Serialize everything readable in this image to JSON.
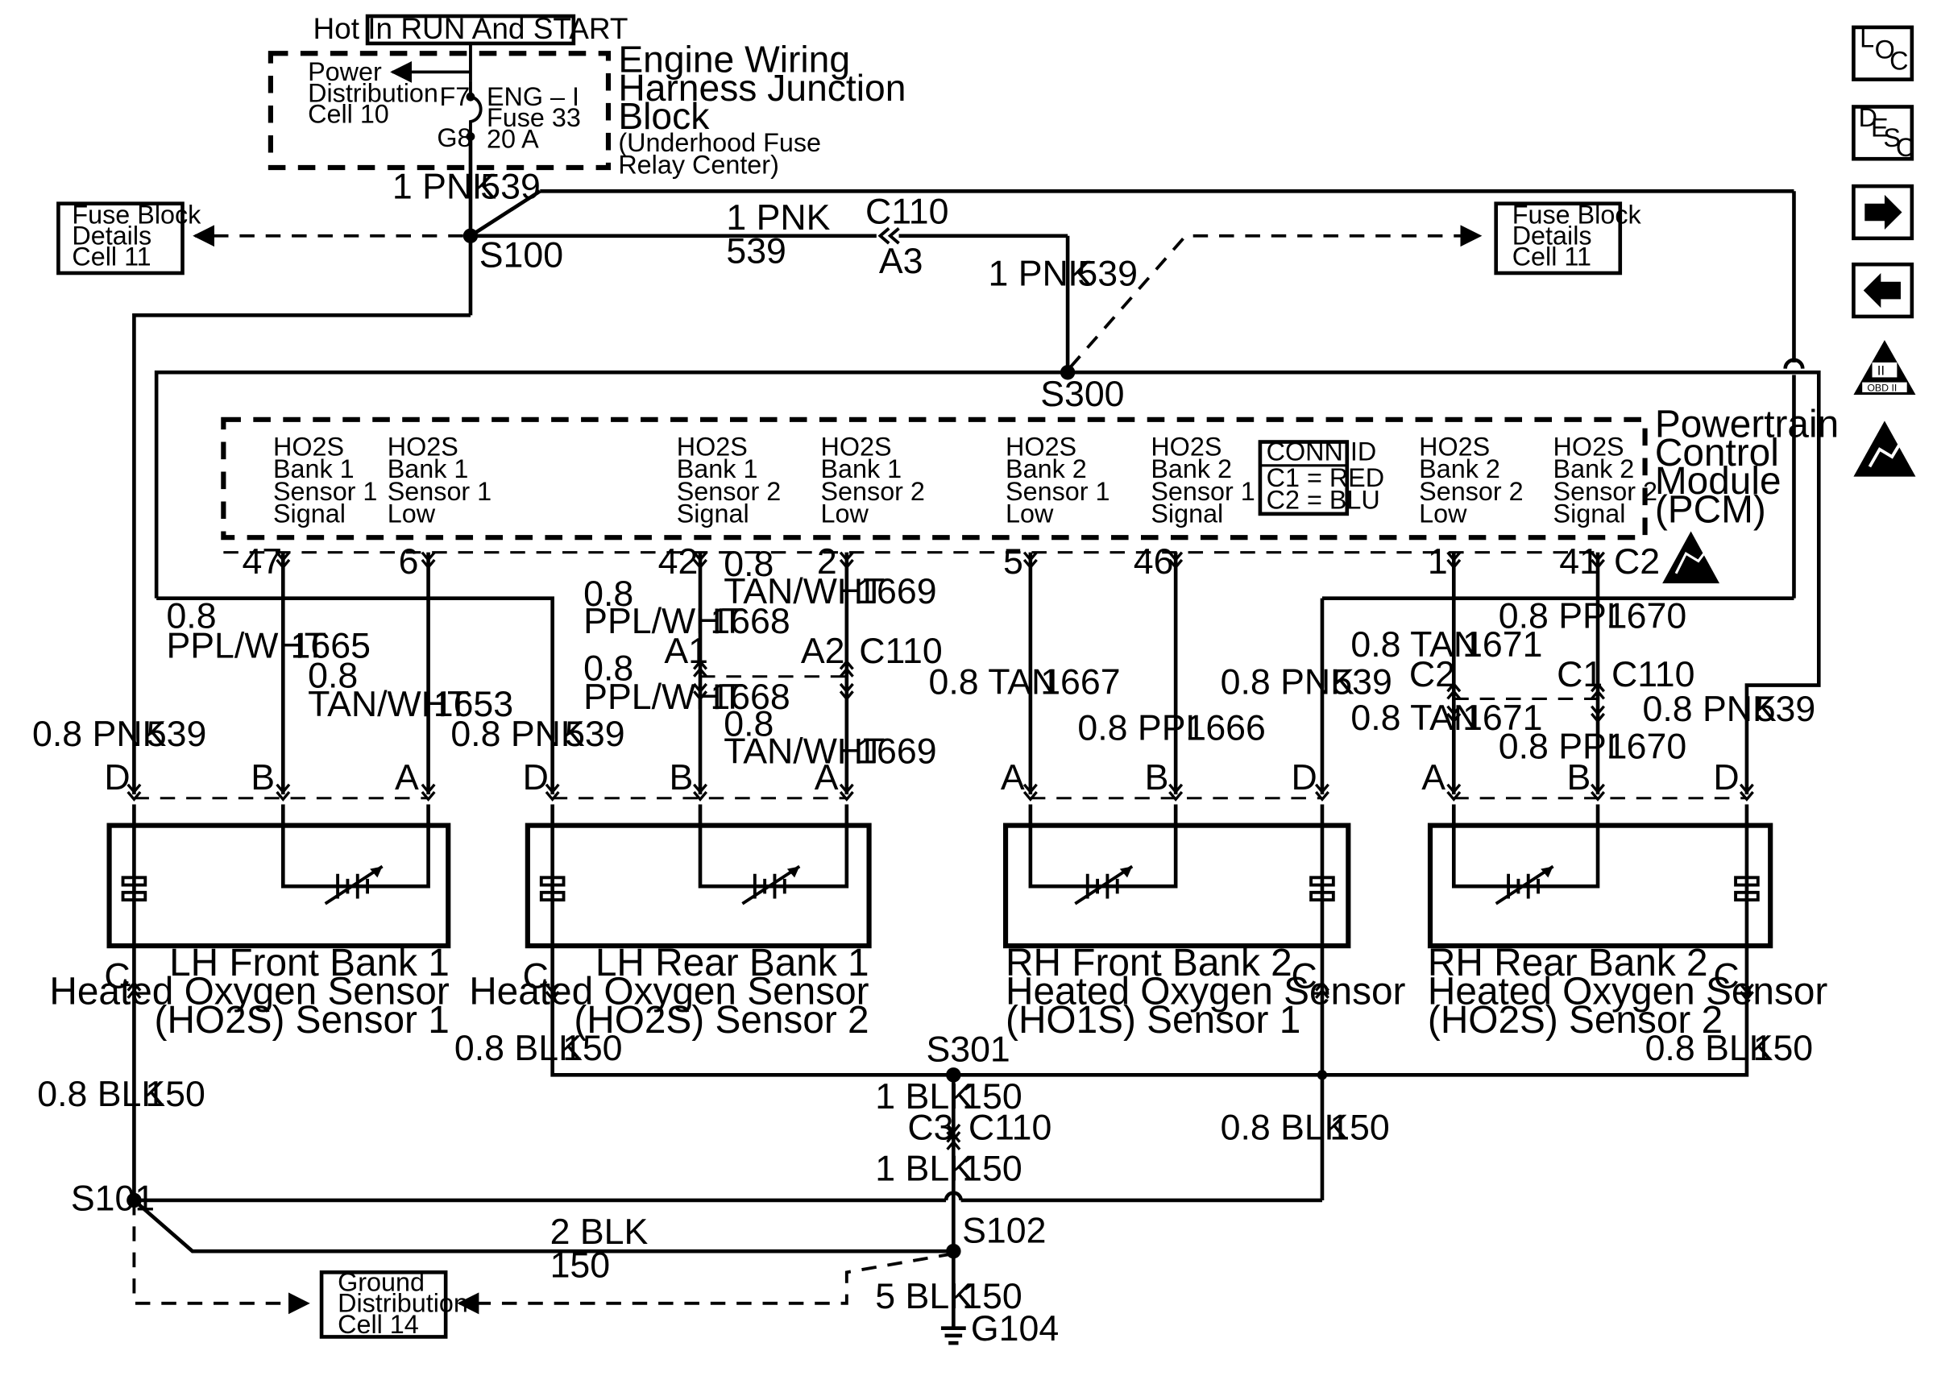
{
  "top": {
    "hot_label": "Hot In RUN And START",
    "power_dist": [
      "Power",
      "Distribution",
      "Cell 10"
    ],
    "f7": "F7",
    "g8": "G8",
    "fuse": [
      "ENG – I",
      "Fuse 33",
      "20 A"
    ],
    "junction_block": [
      "Engine Wiring",
      "Harness Junction",
      "Block"
    ],
    "junction_note": [
      "(Underhood Fuse",
      "Relay Center)"
    ]
  },
  "wires": {
    "pnk1": "1 PNK",
    "c539": "539",
    "s100": "S100",
    "c110": "C110",
    "a3": "A3",
    "s300": "S300",
    "pnk08": "0.8 PNK",
    "c0_8": "0.8",
    "ppl_wht": "PPL/WHT",
    "tan_wht": "TAN/WHT",
    "c1665": "1665",
    "c1653": "1653",
    "c1668": "1668",
    "c1669": "1669",
    "a1": "A1",
    "a2": "A2",
    "tan08": "0.8 TAN",
    "c1667": "1667",
    "ppl08": "0.8 PPL",
    "c1666": "1666",
    "c1671": "1671",
    "c1670": "1670",
    "c2": "C2",
    "c1": "C1",
    "blk08": "0.8 BLK",
    "c150": "150",
    "s301": "S301",
    "blk1": "1 BLK",
    "c3": "C3",
    "s101": "S101",
    "s102": "S102",
    "blk2": "2 BLK",
    "blk5": "5 BLK",
    "g104": "G104"
  },
  "fuse_block_left": [
    "Fuse Block",
    "Details",
    "Cell 11"
  ],
  "fuse_block_right": [
    "Fuse Block",
    "Details",
    "Cell 11"
  ],
  "ground_dist": [
    "Ground",
    "Distribution",
    "Cell 14"
  ],
  "pcm": {
    "title": [
      "Powertrain",
      "Control",
      "Module",
      "(PCM)"
    ],
    "conn_id": [
      "CONN ID",
      "C1 = RED",
      "C2 = BLU"
    ],
    "c2": "C2",
    "circuits": [
      {
        "lines": [
          "HO2S",
          "Bank 1",
          "Sensor 1",
          "Signal"
        ],
        "pin": "47"
      },
      {
        "lines": [
          "HO2S",
          "Bank 1",
          "Sensor 1",
          "Low"
        ],
        "pin": "6"
      },
      {
        "lines": [
          "HO2S",
          "Bank 1",
          "Sensor 2",
          "Signal"
        ],
        "pin": "42"
      },
      {
        "lines": [
          "HO2S",
          "Bank 1",
          "Sensor 2",
          "Low"
        ],
        "pin": "2"
      },
      {
        "lines": [
          "HO2S",
          "Bank 2",
          "Sensor 1",
          "Low"
        ],
        "pin": "5"
      },
      {
        "lines": [
          "HO2S",
          "Bank 2",
          "Sensor 1",
          "Signal"
        ],
        "pin": "46"
      },
      {
        "lines": [
          "HO2S",
          "Bank 2",
          "Sensor 2",
          "Low"
        ],
        "pin": "1"
      },
      {
        "lines": [
          "HO2S",
          "Bank 2",
          "Sensor 2",
          "Signal"
        ],
        "pin": "41"
      }
    ]
  },
  "sensors": [
    {
      "name": [
        "LH Front Bank 1",
        "Heated Oxygen Sensor",
        "(HO2S) Sensor 1"
      ],
      "pins": [
        "D",
        "B",
        "A",
        "C"
      ]
    },
    {
      "name": [
        "LH Rear Bank 1",
        "Heated Oxygen Sensor",
        "(HO2S) Sensor 2"
      ],
      "pins": [
        "D",
        "B",
        "A",
        "C"
      ]
    },
    {
      "name": [
        "RH Front Bank 2",
        "Heated Oxygen Sensor",
        "(HO1S) Sensor 1"
      ],
      "pins": [
        "A",
        "B",
        "D",
        "C"
      ]
    },
    {
      "name": [
        "RH Rear Bank 2",
        "Heated Oxygen Sensor",
        "(HO2S) Sensor 2"
      ],
      "pins": [
        "A",
        "B",
        "D",
        "C"
      ]
    }
  ],
  "side_icons": {
    "loc": [
      "L",
      "O",
      "C"
    ],
    "desc": [
      "D",
      "E",
      "S",
      "C"
    ],
    "obd": [
      "II",
      "OBD II"
    ]
  }
}
